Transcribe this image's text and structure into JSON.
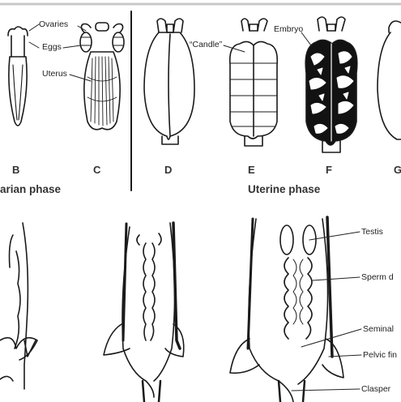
{
  "female_panel": {
    "labels": {
      "ovaries": "Ovaries",
      "eggs": "Eggs",
      "uterus": "Uterus",
      "candle": "“Candle”",
      "embryo": "Embryo"
    },
    "stages": [
      "B",
      "C",
      "D",
      "E",
      "F",
      "G"
    ],
    "phases": {
      "ovarian": "arian phase",
      "uterine": "Uterine phase"
    }
  },
  "male_panel": {
    "labels": {
      "testis": "Testis",
      "sperm_duct": "Sperm d",
      "seminal": "Seminal",
      "pelvic_fin": "Pelvic fin",
      "clasper": "Clasper"
    }
  }
}
